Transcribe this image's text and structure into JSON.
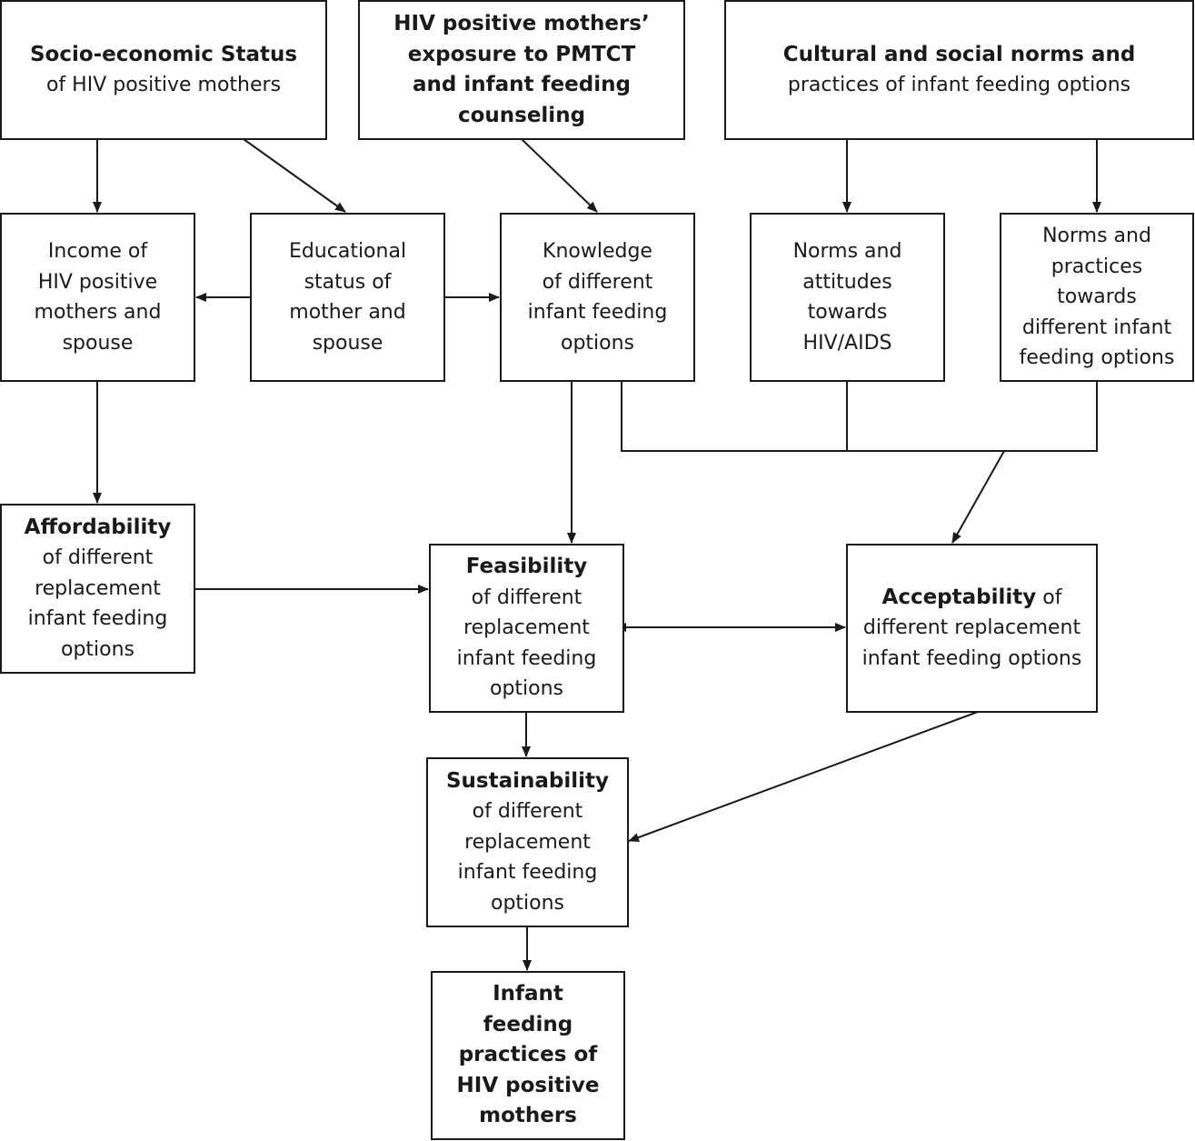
{
  "boxes": {
    "socio": {
      "title": "Socio-economic Status",
      "text": "of HIV positive mothers"
    },
    "exposure": {
      "lines": [
        "HIV positive mothers’",
        "exposure to PMTCT",
        "and infant feeding",
        "counseling"
      ]
    },
    "cultural": {
      "title": "Cultural and social norms and",
      "text": "practices of infant feeding options"
    },
    "income": {
      "lines": [
        "Income of",
        "HIV positive",
        "mothers and",
        "spouse"
      ]
    },
    "education": {
      "lines": [
        "Educational",
        "status of",
        "mother and",
        "spouse"
      ]
    },
    "knowledge": {
      "lines": [
        "Knowledge",
        "of different",
        "infant feeding",
        "options"
      ]
    },
    "norms_hiv": {
      "lines": [
        "Norms and",
        "attitudes",
        "towards",
        "HIV/AIDS"
      ]
    },
    "norms_practices": {
      "lines": [
        "Norms and",
        "practices",
        "towards",
        "different infant",
        "feeding options"
      ]
    },
    "affordability": {
      "title": "Affordability",
      "lines": [
        "of different",
        "replacement",
        "infant feeding",
        "options"
      ]
    },
    "feasibility": {
      "title": "Feasibility",
      "lines": [
        "of different",
        "replacement",
        "infant feeding",
        "options"
      ]
    },
    "acceptability": {
      "title": "Acceptability",
      "title_suffix": " of",
      "lines": [
        "different replacement",
        "infant feeding options"
      ]
    },
    "sustainability": {
      "title": "Sustainability",
      "lines": [
        "of different",
        "replacement",
        "infant feeding",
        "options"
      ]
    },
    "practices": {
      "lines": [
        "Infant",
        "feeding",
        "practices of",
        "HIV positive",
        "mothers"
      ]
    }
  },
  "style": {
    "line_color": "#1a1a1a",
    "box_border": "#1a1a1a",
    "background": "#ffffff"
  }
}
